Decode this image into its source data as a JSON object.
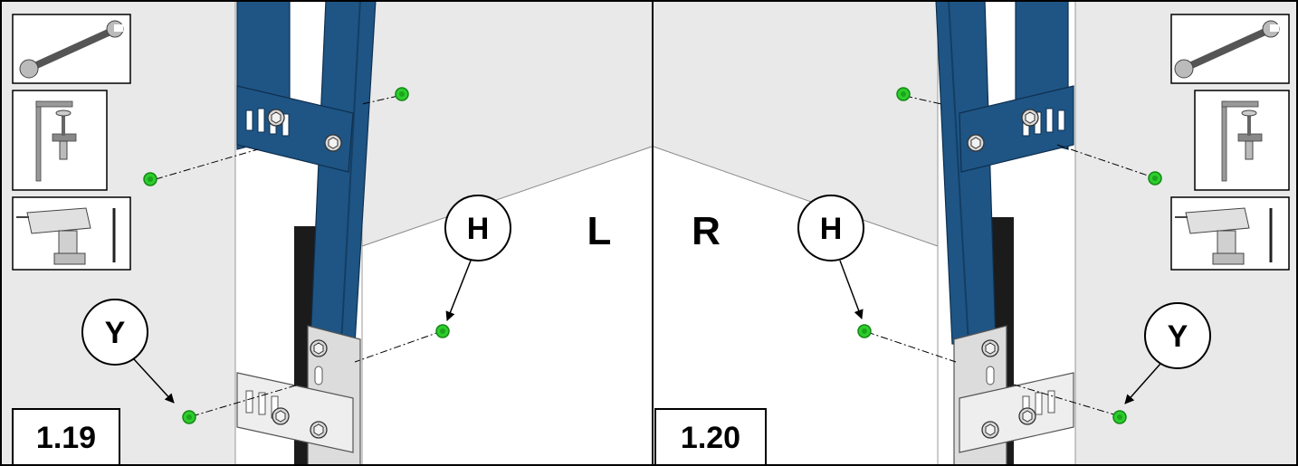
{
  "panels": [
    {
      "step": "1.19",
      "side_label": "L",
      "callouts": [
        {
          "letter": "H"
        },
        {
          "letter": "Y"
        }
      ],
      "tools": [
        "wrench-icon",
        "clamp-icon",
        "drill-icon"
      ]
    },
    {
      "step": "1.20",
      "side_label": "R",
      "callouts": [
        {
          "letter": "H"
        },
        {
          "letter": "Y"
        }
      ],
      "tools": [
        "wrench-icon",
        "clamp-icon",
        "drill-icon"
      ]
    }
  ],
  "colors": {
    "beam": "#1e5585",
    "beam_dark": "#143e63",
    "fastener": "#2ecc2e",
    "wall": "#e6e6e6",
    "floor": "#ffffff",
    "border": "#000000"
  }
}
